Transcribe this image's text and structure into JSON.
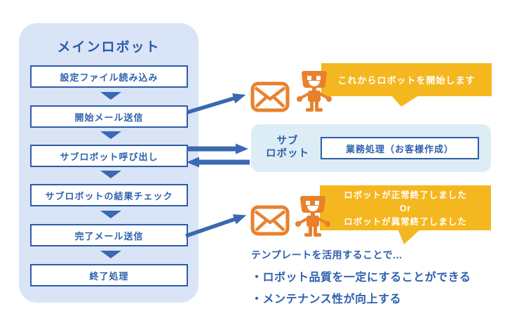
{
  "main_panel": {
    "title": "メインロボット",
    "steps": [
      "設定ファイル読み込み",
      "開始メール送信",
      "サブロボット呼び出し",
      "サブロボットの結果チェック",
      "完了メール送信",
      "終了処理"
    ]
  },
  "sub_panel": {
    "label_line1": "サブ",
    "label_line2": "ロボット",
    "process_box": "業務処理（お客様作成）"
  },
  "bubbles": {
    "start": "これからロボットを開始します",
    "end_line1": "ロボットが正常終了しました",
    "end_line2": "Or",
    "end_line3": "ロボットが異常終了しました"
  },
  "notes": {
    "intro": "テンプレートを活用することで...",
    "bullets": [
      "・ロボット品質を一定にすることができる",
      "・メンテナンス性が向上する"
    ]
  },
  "icons": {
    "email": "email-icon",
    "robot": "robot-icon"
  },
  "colors": {
    "panel_bg": "#d9e4f6",
    "sub_panel_bg": "#ddedf6",
    "outline_blue": "#2e5ca8",
    "arrow_blue": "#3a68b2",
    "text_blue": "#2b5aa6",
    "bubble_yellow": "#f5b71f",
    "bubble_text": "#ffffff",
    "icon_orange": "#e8812e"
  }
}
